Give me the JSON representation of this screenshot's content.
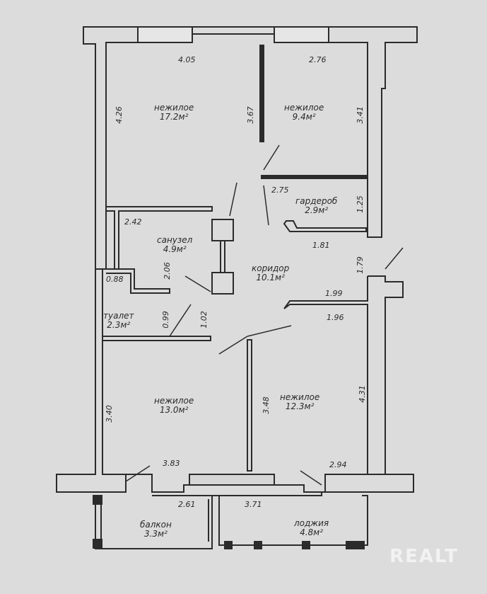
{
  "rooms": [
    {
      "id": "room-1",
      "name": "нежилое",
      "area": "17.2м²"
    },
    {
      "id": "room-2",
      "name": "нежилое",
      "area": "9.4м²"
    },
    {
      "id": "wardrobe",
      "name": "гардероб",
      "area": "2.9м²"
    },
    {
      "id": "bathroom",
      "name": "санузел",
      "area": "4.9м²"
    },
    {
      "id": "corridor",
      "name": "коридор",
      "area": "10.1м²"
    },
    {
      "id": "toilet",
      "name": "туалет",
      "area": "2.3м²"
    },
    {
      "id": "room-3",
      "name": "нежилое",
      "area": "13.0м²"
    },
    {
      "id": "room-4",
      "name": "нежилое",
      "area": "12.3м²"
    },
    {
      "id": "balcony",
      "name": "балкон",
      "area": "3.3м²"
    },
    {
      "id": "loggia",
      "name": "лоджия",
      "area": "4.8м²"
    }
  ],
  "dimensions": {
    "d405": "4.05",
    "d276": "2.76",
    "d426": "4.26",
    "d367": "3.67",
    "d341": "3.41",
    "d275": "2.75",
    "d125": "1.25",
    "d242": "2.42",
    "d181": "1.81",
    "d179": "1.79",
    "d206": "2.06",
    "d088": "0.88",
    "d199": "1.99",
    "d196": "1.96",
    "d099": "0.99",
    "d102": "1.02",
    "d340": "3.40",
    "d348": "3.48",
    "d431": "4.31",
    "d383": "3.83",
    "d294": "2.94",
    "d261": "2.61",
    "d371": "3.71"
  },
  "watermark": "REALT"
}
